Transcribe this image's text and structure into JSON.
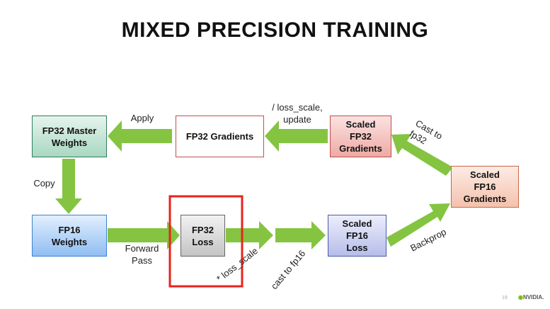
{
  "title": "MIXED PRECISION TRAINING",
  "boxes": {
    "master_weights": "FP32 Master\nWeights",
    "fp32_gradients": "FP32 Gradients",
    "scaled_fp32_gradients": "Scaled\nFP32\nGradients",
    "scaled_fp16_gradients": "Scaled\nFP16\nGradients",
    "fp16_weights": "FP16\nWeights",
    "fp32_loss": "FP32\nLoss",
    "scaled_fp16_loss": "Scaled\nFP16\nLoss"
  },
  "labels": {
    "apply": "Apply",
    "loss_scale_update": "/ loss_scale,\nupdate",
    "cast_to_fp32": "Cast to\nfp32",
    "copy": "Copy",
    "forward_pass": "Forward\nPass",
    "mul_loss_scale": "* loss_scale",
    "cast_to_fp16": "cast to fp16",
    "backprop": "Backprop"
  },
  "footer": {
    "page_number": "19",
    "logo_text": "NVIDIA."
  },
  "colors": {
    "arrow": "#84c441",
    "highlight": "#e8231c"
  }
}
